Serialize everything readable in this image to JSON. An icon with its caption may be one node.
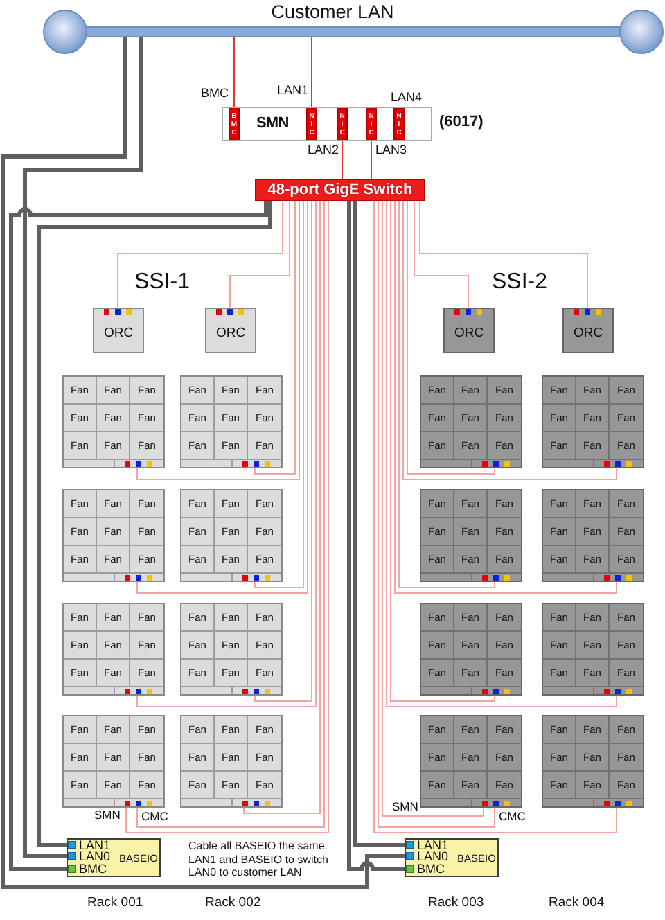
{
  "diagram": {
    "nodes": [
      {
        "text": [
          "Customer LAN"
        ]
      },
      {
        "text": [
          "SMN"
        ],
        "beside": [
          "(6017)"
        ]
      },
      {
        "text": [
          "BMC"
        ],
        "in": 1,
        "beside": [
          "BMC"
        ]
      },
      {
        "text": [
          "NIC"
        ],
        "in": 1,
        "beside": [
          "LAN1"
        ]
      },
      {
        "text": [
          "NIC"
        ],
        "in": 1,
        "beside": [
          "LAN2"
        ]
      },
      {
        "text": [
          "NIC"
        ],
        "in": 1,
        "beside": [
          "LAN3"
        ]
      },
      {
        "text": [
          "NIC"
        ],
        "in": 1,
        "beside": [
          "LAN4"
        ]
      },
      {
        "text": [
          "48-port GigE Switch"
        ]
      },
      {
        "text": [
          "ORC"
        ]
      },
      {
        "text": [
          "ORC"
        ]
      },
      {
        "text": [
          "ORC"
        ]
      },
      {
        "text": [
          "ORC"
        ]
      },
      {
        "text": [
          "Fan",
          "Fan",
          "Fan",
          "Fan",
          "Fan",
          "Fan",
          "Fan",
          "Fan",
          "Fan"
        ]
      },
      {
        "text": [
          "Fan",
          "Fan",
          "Fan",
          "Fan",
          "Fan",
          "Fan",
          "Fan",
          "Fan",
          "Fan"
        ]
      },
      {
        "text": [
          "Fan",
          "Fan",
          "Fan",
          "Fan",
          "Fan",
          "Fan",
          "Fan",
          "Fan",
          "Fan"
        ]
      },
      {
        "text": [
          "Fan",
          "Fan",
          "Fan",
          "Fan",
          "Fan",
          "Fan",
          "Fan",
          "Fan",
          "Fan"
        ]
      },
      {
        "text": [
          "Fan",
          "Fan",
          "Fan",
          "Fan",
          "Fan",
          "Fan",
          "Fan",
          "Fan",
          "Fan"
        ]
      },
      {
        "text": [
          "Fan",
          "Fan",
          "Fan",
          "Fan",
          "Fan",
          "Fan",
          "Fan",
          "Fan",
          "Fan"
        ]
      },
      {
        "text": [
          "Fan",
          "Fan",
          "Fan",
          "Fan",
          "Fan",
          "Fan",
          "Fan",
          "Fan",
          "Fan"
        ]
      },
      {
        "text": [
          "Fan",
          "Fan",
          "Fan",
          "Fan",
          "Fan",
          "Fan",
          "Fan",
          "Fan",
          "Fan"
        ]
      },
      {
        "text": [
          "Fan",
          "Fan",
          "Fan",
          "Fan",
          "Fan",
          "Fan",
          "Fan",
          "Fan",
          "Fan"
        ]
      },
      {
        "text": [
          "Fan",
          "Fan",
          "Fan",
          "Fan",
          "Fan",
          "Fan",
          "Fan",
          "Fan",
          "Fan"
        ]
      },
      {
        "text": [
          "Fan",
          "Fan",
          "Fan",
          "Fan",
          "Fan",
          "Fan",
          "Fan",
          "Fan",
          "Fan"
        ]
      },
      {
        "text": [
          "Fan",
          "Fan",
          "Fan",
          "Fan",
          "Fan",
          "Fan",
          "Fan",
          "Fan",
          "Fan"
        ]
      },
      {
        "text": [
          "Fan",
          "Fan",
          "Fan",
          "Fan",
          "Fan",
          "Fan",
          "Fan",
          "Fan",
          "Fan"
        ],
        "beside": [
          "SMN",
          "CMC"
        ]
      },
      {
        "text": [
          "Fan",
          "Fan",
          "Fan",
          "Fan",
          "Fan",
          "Fan",
          "Fan",
          "Fan",
          "Fan"
        ]
      },
      {
        "text": [
          "Fan",
          "Fan",
          "Fan",
          "Fan",
          "Fan",
          "Fan",
          "Fan",
          "Fan",
          "Fan"
        ],
        "beside": [
          "SMN",
          "CMC"
        ]
      },
      {
        "text": [
          "Fan",
          "Fan",
          "Fan",
          "Fan",
          "Fan",
          "Fan",
          "Fan",
          "Fan",
          "Fan"
        ]
      },
      {
        "text": [
          "BASEIO"
        ]
      },
      {
        "text": [
          "LAN1"
        ],
        "in": 28
      },
      {
        "text": [
          "LAN0"
        ],
        "in": 28
      },
      {
        "text": [
          "BMC"
        ],
        "in": 28
      },
      {
        "text": [
          "BASEIO"
        ]
      },
      {
        "text": [
          "LAN1"
        ],
        "in": 32
      },
      {
        "text": [
          "LAN0"
        ],
        "in": 32
      },
      {
        "text": [
          "BMC"
        ],
        "in": 32
      }
    ],
    "edges": [
      {
        "from": 2,
        "to": 0,
        "arrow": "none",
        "color": "#e8322e"
      },
      {
        "from": 3,
        "to": 0,
        "arrow": "none",
        "color": "#e8322e"
      },
      {
        "from": 4,
        "to": 7,
        "arrow": "none",
        "color": "#e8322e"
      },
      {
        "from": 5,
        "to": 7,
        "arrow": "none",
        "color": "#e8322e"
      },
      {
        "from": 7,
        "to": 8,
        "arrow": "none"
      },
      {
        "from": 7,
        "to": 9,
        "arrow": "none"
      },
      {
        "from": 7,
        "to": 10,
        "arrow": "none"
      },
      {
        "from": 7,
        "to": 11,
        "arrow": "none"
      },
      {
        "from": 7,
        "to": 12,
        "arrow": "none"
      },
      {
        "from": 7,
        "to": 13,
        "arrow": "none"
      },
      {
        "from": 7,
        "to": 14,
        "arrow": "none"
      },
      {
        "from": 7,
        "to": 15,
        "arrow": "none"
      },
      {
        "from": 7,
        "to": 16,
        "arrow": "none"
      },
      {
        "from": 7,
        "to": 17,
        "arrow": "none"
      },
      {
        "from": 7,
        "to": 18,
        "arrow": "none"
      },
      {
        "from": 7,
        "to": 19,
        "arrow": "none"
      },
      {
        "from": 7,
        "to": 20,
        "arrow": "none"
      },
      {
        "from": 7,
        "to": 21,
        "arrow": "none"
      },
      {
        "from": 7,
        "to": 22,
        "arrow": "none"
      },
      {
        "from": 7,
        "to": 23,
        "arrow": "none"
      },
      {
        "from": 7,
        "to": 24,
        "arrow": "none"
      },
      {
        "from": 7,
        "to": 25,
        "arrow": "none"
      },
      {
        "from": 7,
        "to": 26,
        "arrow": "none"
      },
      {
        "from": 7,
        "to": 27,
        "arrow": "none"
      },
      {
        "from": 7,
        "to": 24,
        "arrow": "none"
      },
      {
        "from": 7,
        "to": 26,
        "arrow": "none"
      },
      {
        "from": 29,
        "to": 7,
        "arrow": "none",
        "style": "thick",
        "color": "#5f5f5f"
      },
      {
        "from": 30,
        "to": 0,
        "arrow": "none",
        "style": "thick",
        "color": "#5f5f5f"
      },
      {
        "from": 31,
        "to": 7,
        "arrow": "none",
        "style": "thick",
        "color": "#5f5f5f"
      },
      {
        "from": 33,
        "to": 7,
        "arrow": "none",
        "style": "thick",
        "color": "#5f5f5f"
      },
      {
        "from": 34,
        "to": 0,
        "arrow": "none",
        "style": "thick",
        "color": "#5f5f5f"
      },
      {
        "from": 35,
        "to": 7,
        "arrow": "none",
        "style": "thick",
        "color": "#5f5f5f"
      }
    ],
    "labels": [
      "SSI-1",
      "SSI-2",
      "Cable all BASEIO the same. LAN1 and BASEIO to switch LAN0 to customer LAN",
      "Rack 001",
      "Rack 002",
      "Rack 003",
      "Rack 004"
    ]
  }
}
